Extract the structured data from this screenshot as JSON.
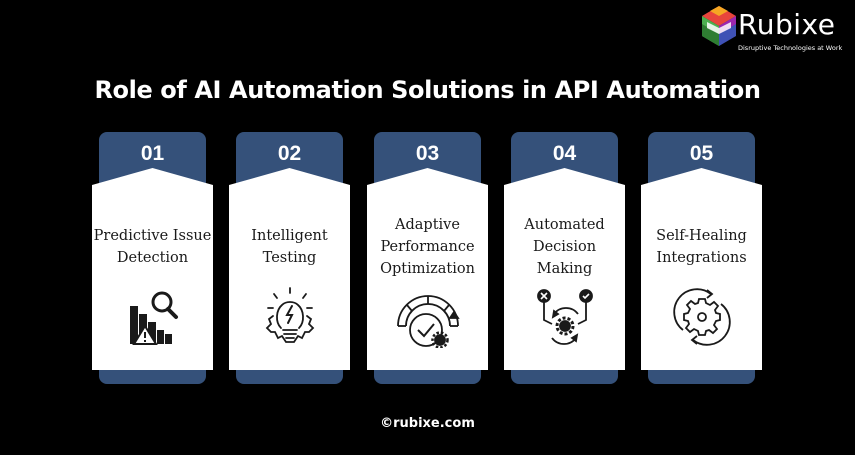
{
  "brand": {
    "name": "Rubixe",
    "tagline": "Disruptive Technologies at Work"
  },
  "title": "Role of AI Automation Solutions in API Automation",
  "cards": [
    {
      "number": "01",
      "label": "Predictive Issue Detection",
      "icon": "chart-warning-magnifier-icon"
    },
    {
      "number": "02",
      "label": "Intelligent Testing",
      "icon": "lightbulb-gear-icon"
    },
    {
      "number": "03",
      "label": "Adaptive Performance Optimization",
      "icon": "gauge-check-gear-icon"
    },
    {
      "number": "04",
      "label": "Automated Decision Making",
      "icon": "decision-gear-icon"
    },
    {
      "number": "05",
      "label": "Self-Healing Integrations",
      "icon": "gear-cycle-icon"
    }
  ],
  "colors": {
    "background": "#000000",
    "tab": "#35517a",
    "card": "#ffffff",
    "text": "#1a1a1a"
  },
  "footer": "©rubixe.com"
}
